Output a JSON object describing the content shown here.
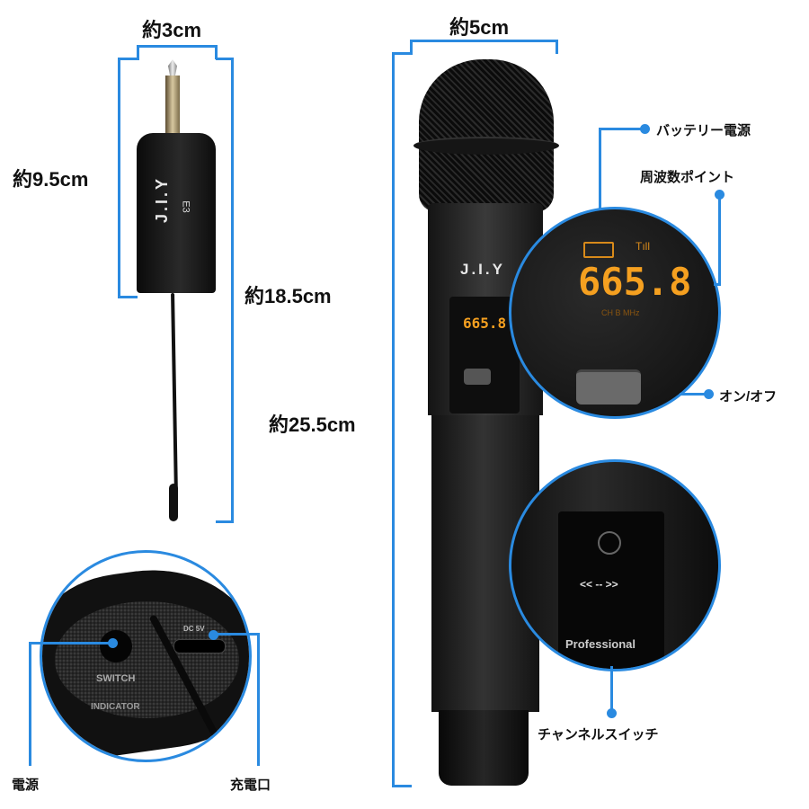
{
  "receiver": {
    "brand": "J.I.Y",
    "model": "E3",
    "width_label": "約3cm",
    "body_height_label": "約9.5cm",
    "total_height_label": "約18.5cm"
  },
  "microphone": {
    "brand": "J.I.Y",
    "width_label": "約5cm",
    "height_label": "約25.5cm",
    "display": {
      "frequency": "665.8",
      "unit_text": "CH B  MHz"
    }
  },
  "callouts": {
    "battery": "バッテリー電源",
    "frequency": "周波数ポイント",
    "power_onoff": "オン/オフ",
    "channel_switch": "チャンネルスイッチ",
    "power": "電源",
    "charge_port": "充電口"
  },
  "receiver_bottom": {
    "switch_text": "SWITCH",
    "indicator_text": "INDICATOR",
    "dc_text": "DC 5V"
  },
  "channel_panel": {
    "arrows_text": "<< -- >>",
    "professional_text": "Professional"
  },
  "colors": {
    "accent": "#2a8ae0",
    "led": "#f5a020",
    "body": "#1c1c1c"
  }
}
